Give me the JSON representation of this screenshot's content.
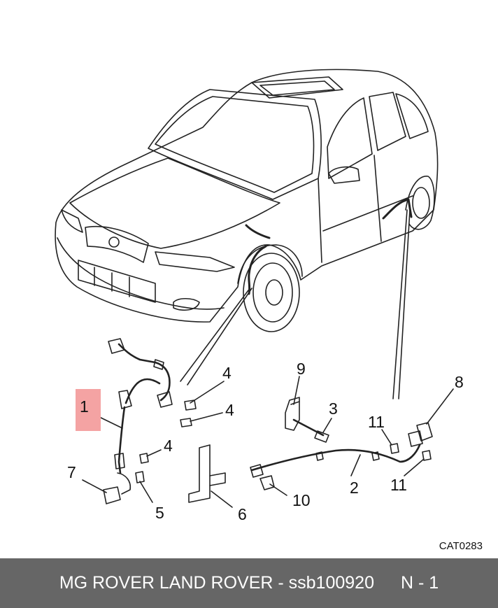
{
  "callouts": [
    "1",
    "2",
    "3",
    "4",
    "4",
    "4",
    "5",
    "6",
    "7",
    "8",
    "9",
    "10",
    "11",
    "11"
  ],
  "catalog_code": "CAT0283",
  "footer": {
    "title": "MG ROVER LAND ROVER - ssb100920",
    "page": "N - 1"
  },
  "colors": {
    "highlight": "#f4a3a3",
    "footer_bg": "#666666",
    "footer_text": "#ffffff",
    "line": "#222222"
  }
}
